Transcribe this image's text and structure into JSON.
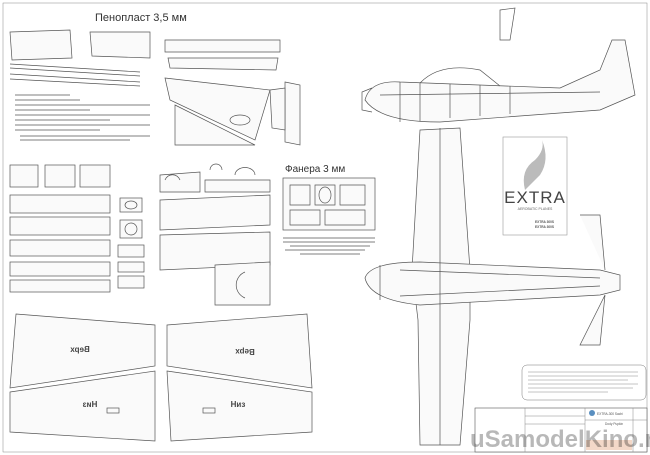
{
  "sheet": {
    "foam_title": "Пенопласт 3,5 мм",
    "plywood_title": "Фанера 3 мм",
    "wing_labels": {
      "left_top": "Верх",
      "left_bottom": "Низ",
      "right_top": "Верх",
      "right_bottom": "Низ"
    }
  },
  "logo": {
    "brand": "EXTRA",
    "subtitle": "AEROBATIC PLANES",
    "model_line1": "EXTRA 300S",
    "model_line2": "EXTRA 300S"
  },
  "title_block": {
    "model": "EXTRA-300 Sachi",
    "designer": "Dody Pupkin"
  },
  "watermark": "uSamodelKino.ru",
  "colors": {
    "line": "#555555",
    "logo_accent": "#e07020"
  }
}
